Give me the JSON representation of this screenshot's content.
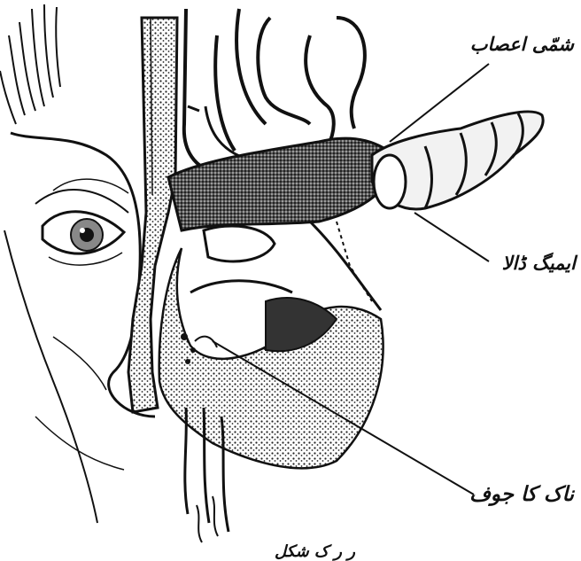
{
  "labels": {
    "olfactory_nerves": "شمّی اعصاب",
    "olfactory_bulb": "ایمیگ ڈالا",
    "nasal_cavity": "ناک کا جوف",
    "caption": "ر ر ک شکل"
  },
  "colors": {
    "ink": "#111111",
    "shade": "#3a3a3a",
    "skin": "#ffffff",
    "bulb": "#f2f2f2"
  }
}
